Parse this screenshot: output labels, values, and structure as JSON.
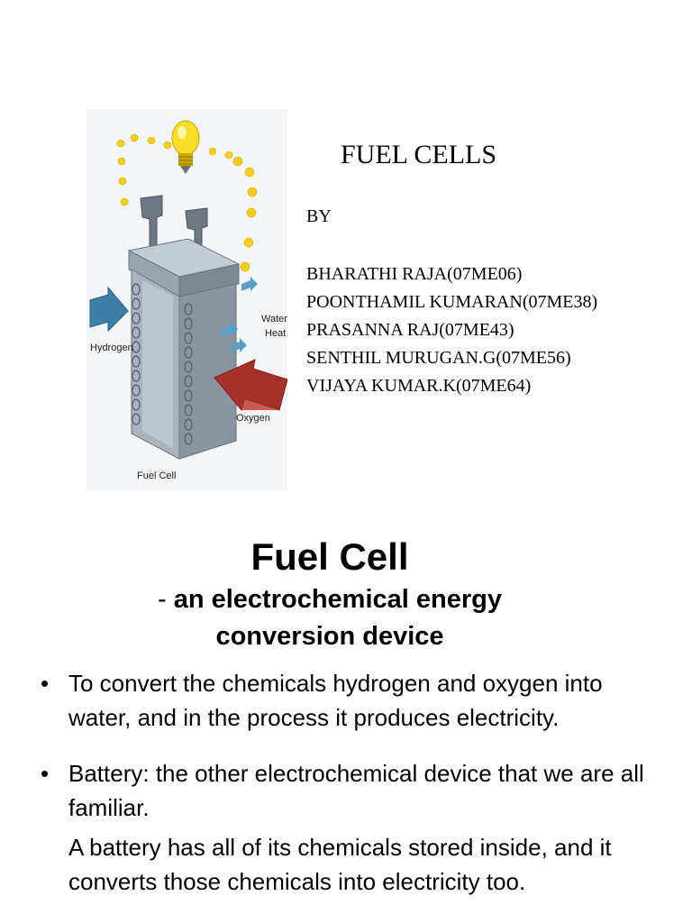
{
  "title_slide": {
    "title": "FUEL CELLS",
    "by_label": "BY",
    "authors": [
      "BHARATHI RAJA(07ME06)",
      "POONTHAMIL KUMARAN(07ME38)",
      "PRASANNA RAJ(07ME43)",
      "SENTHIL MURUGAN.G(07ME56)",
      "VIJAYA KUMAR.K(07ME64)"
    ],
    "illustration": {
      "labels": {
        "hydrogen": "Hydrogen",
        "water_line1": "Water/",
        "water_line2": "Heat",
        "oxygen": "Oxygen",
        "fuel_cell": "Fuel Cell"
      },
      "colors": {
        "bulb": "#f5d21c",
        "cell_body": "#8f9aa8",
        "hydrogen_arrow": "#3d7fa6",
        "oxygen_arrow": "#a8302a"
      }
    }
  },
  "content_slide": {
    "heading": "Fuel Cell",
    "subheading_dash": "- ",
    "subheading_line1": "an electrochemical energy",
    "subheading_line2": "conversion device",
    "bullets": [
      {
        "marker": "•",
        "text": "To convert the chemicals hydrogen and oxygen into water, and in the process it produces electricity."
      },
      {
        "marker": "•",
        "text": "Battery: the other electrochemical device that we are all familiar."
      },
      {
        "marker": "",
        "text": "A battery has all of its chemicals stored inside, and it converts those chemicals into electricity too."
      }
    ]
  }
}
